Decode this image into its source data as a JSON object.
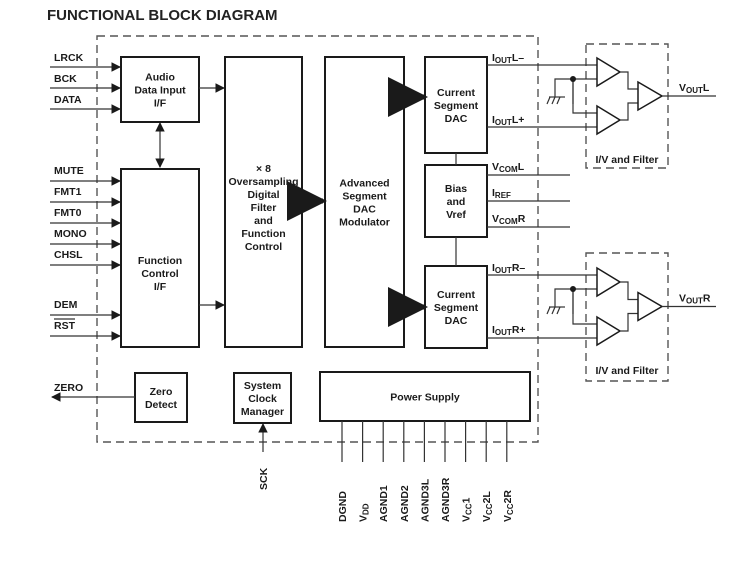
{
  "title": "FUNCTIONAL BLOCK DIAGRAM",
  "blocks": {
    "audio_input": [
      "Audio",
      "Data Input",
      "I/F"
    ],
    "function_control": [
      "Function",
      "Control",
      "I/F"
    ],
    "oversampling": [
      "× 8",
      "Oversampling",
      "Digital",
      "Filter",
      "and",
      "Function",
      "Control"
    ],
    "modulator": [
      "Advanced",
      "Segment",
      "DAC",
      "Modulator"
    ],
    "dac_left": [
      "Current",
      "Segment",
      "DAC"
    ],
    "bias": [
      "Bias",
      "and",
      "Vref"
    ],
    "dac_right": [
      "Current",
      "Segment",
      "DAC"
    ],
    "zero_detect": [
      "Zero",
      "Detect"
    ],
    "clock_manager": [
      "System",
      "Clock",
      "Manager"
    ],
    "power_supply": [
      "Power Supply"
    ],
    "filter_left": "I/V and Filter",
    "filter_right": "I/V and Filter"
  },
  "inputs": {
    "audio": [
      "LRCK",
      "BCK",
      "DATA"
    ],
    "control": [
      "MUTE",
      "FMT1",
      "FMT0",
      "MONO",
      "CHSL",
      "DEM",
      "RST"
    ],
    "rst_overbar": true
  },
  "outputs": {
    "zero": "ZERO",
    "sck": "SCK",
    "iout_l_minus": {
      "main": "I",
      "sub": "OUT",
      "suffix": "L–"
    },
    "iout_l_plus": {
      "main": "I",
      "sub": "OUT",
      "suffix": "L+"
    },
    "vcom_l": {
      "main": "V",
      "sub": "COM",
      "suffix": "L"
    },
    "iref": {
      "main": "I",
      "sub": "REF",
      "suffix": ""
    },
    "vcom_r": {
      "main": "V",
      "sub": "COM",
      "suffix": "R"
    },
    "iout_r_minus": {
      "main": "I",
      "sub": "OUT",
      "suffix": "R–"
    },
    "iout_r_plus": {
      "main": "I",
      "sub": "OUT",
      "suffix": "R+"
    },
    "vout_l": {
      "main": "V",
      "sub": "OUT",
      "suffix": "L"
    },
    "vout_r": {
      "main": "V",
      "sub": "OUT",
      "suffix": "R"
    }
  },
  "power_pins": [
    {
      "main": "DGND",
      "sub": "",
      "suffix": ""
    },
    {
      "main": "V",
      "sub": "DD",
      "suffix": ""
    },
    {
      "main": "AGND1",
      "sub": "",
      "suffix": ""
    },
    {
      "main": "AGND2",
      "sub": "",
      "suffix": ""
    },
    {
      "main": "AGND3L",
      "sub": "",
      "suffix": ""
    },
    {
      "main": "AGND3R",
      "sub": "",
      "suffix": ""
    },
    {
      "main": "V",
      "sub": "CC",
      "suffix": "1"
    },
    {
      "main": "V",
      "sub": "CC",
      "suffix": "2L"
    },
    {
      "main": "V",
      "sub": "CC",
      "suffix": "2R"
    }
  ]
}
